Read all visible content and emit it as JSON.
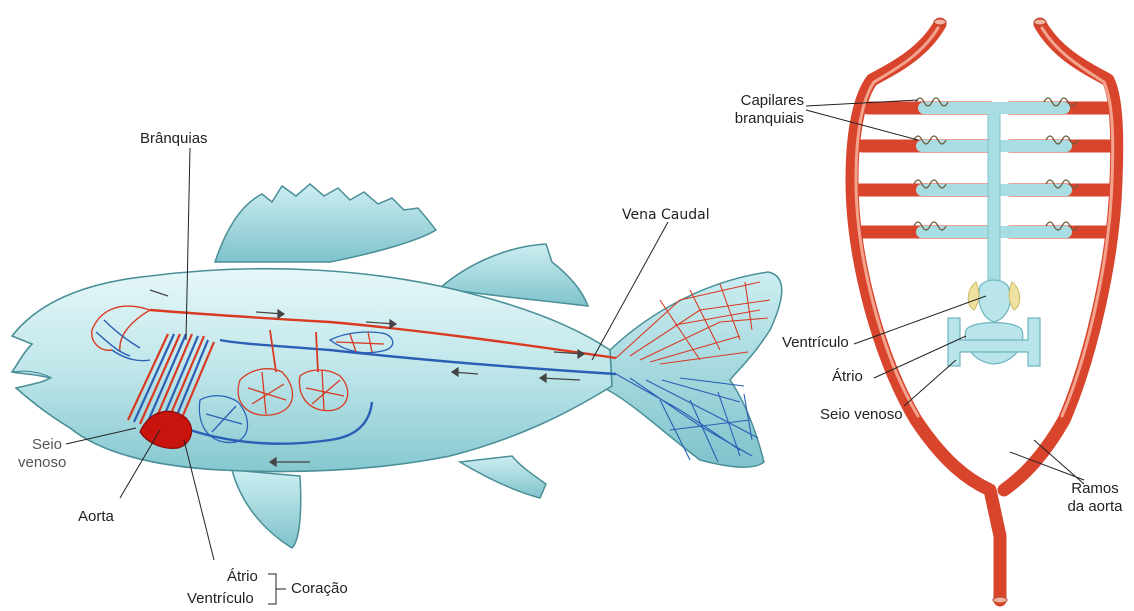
{
  "labels": {
    "branquias": "Brânquias",
    "vena_caudal": "Vena Caudal",
    "seio_venoso_line1": "Seio",
    "seio_venoso_line2": "venoso",
    "aorta": "Aorta",
    "atrio": "Átrio",
    "ventriculo": "Ventrículo",
    "coracao": "Coração",
    "capilares_line1": "Capilares",
    "capilares_line2": "branquiais",
    "ventriculo_right": "Ventrículo",
    "atrio_right": "Átrio",
    "seio_venoso_right": "Seio venoso",
    "ramos_line1": "Ramos",
    "ramos_line2": "da aorta"
  },
  "colors": {
    "body_fill": "#cfeef0",
    "body_shade": "#8ecfd6",
    "artery": "#d83a22",
    "vein": "#2a5fb5",
    "heart": "#c8140c",
    "aorta_branch": "#e8705a",
    "venous_teal": "#b5e3e8",
    "atrium_yellow": "#f1e6a2"
  }
}
